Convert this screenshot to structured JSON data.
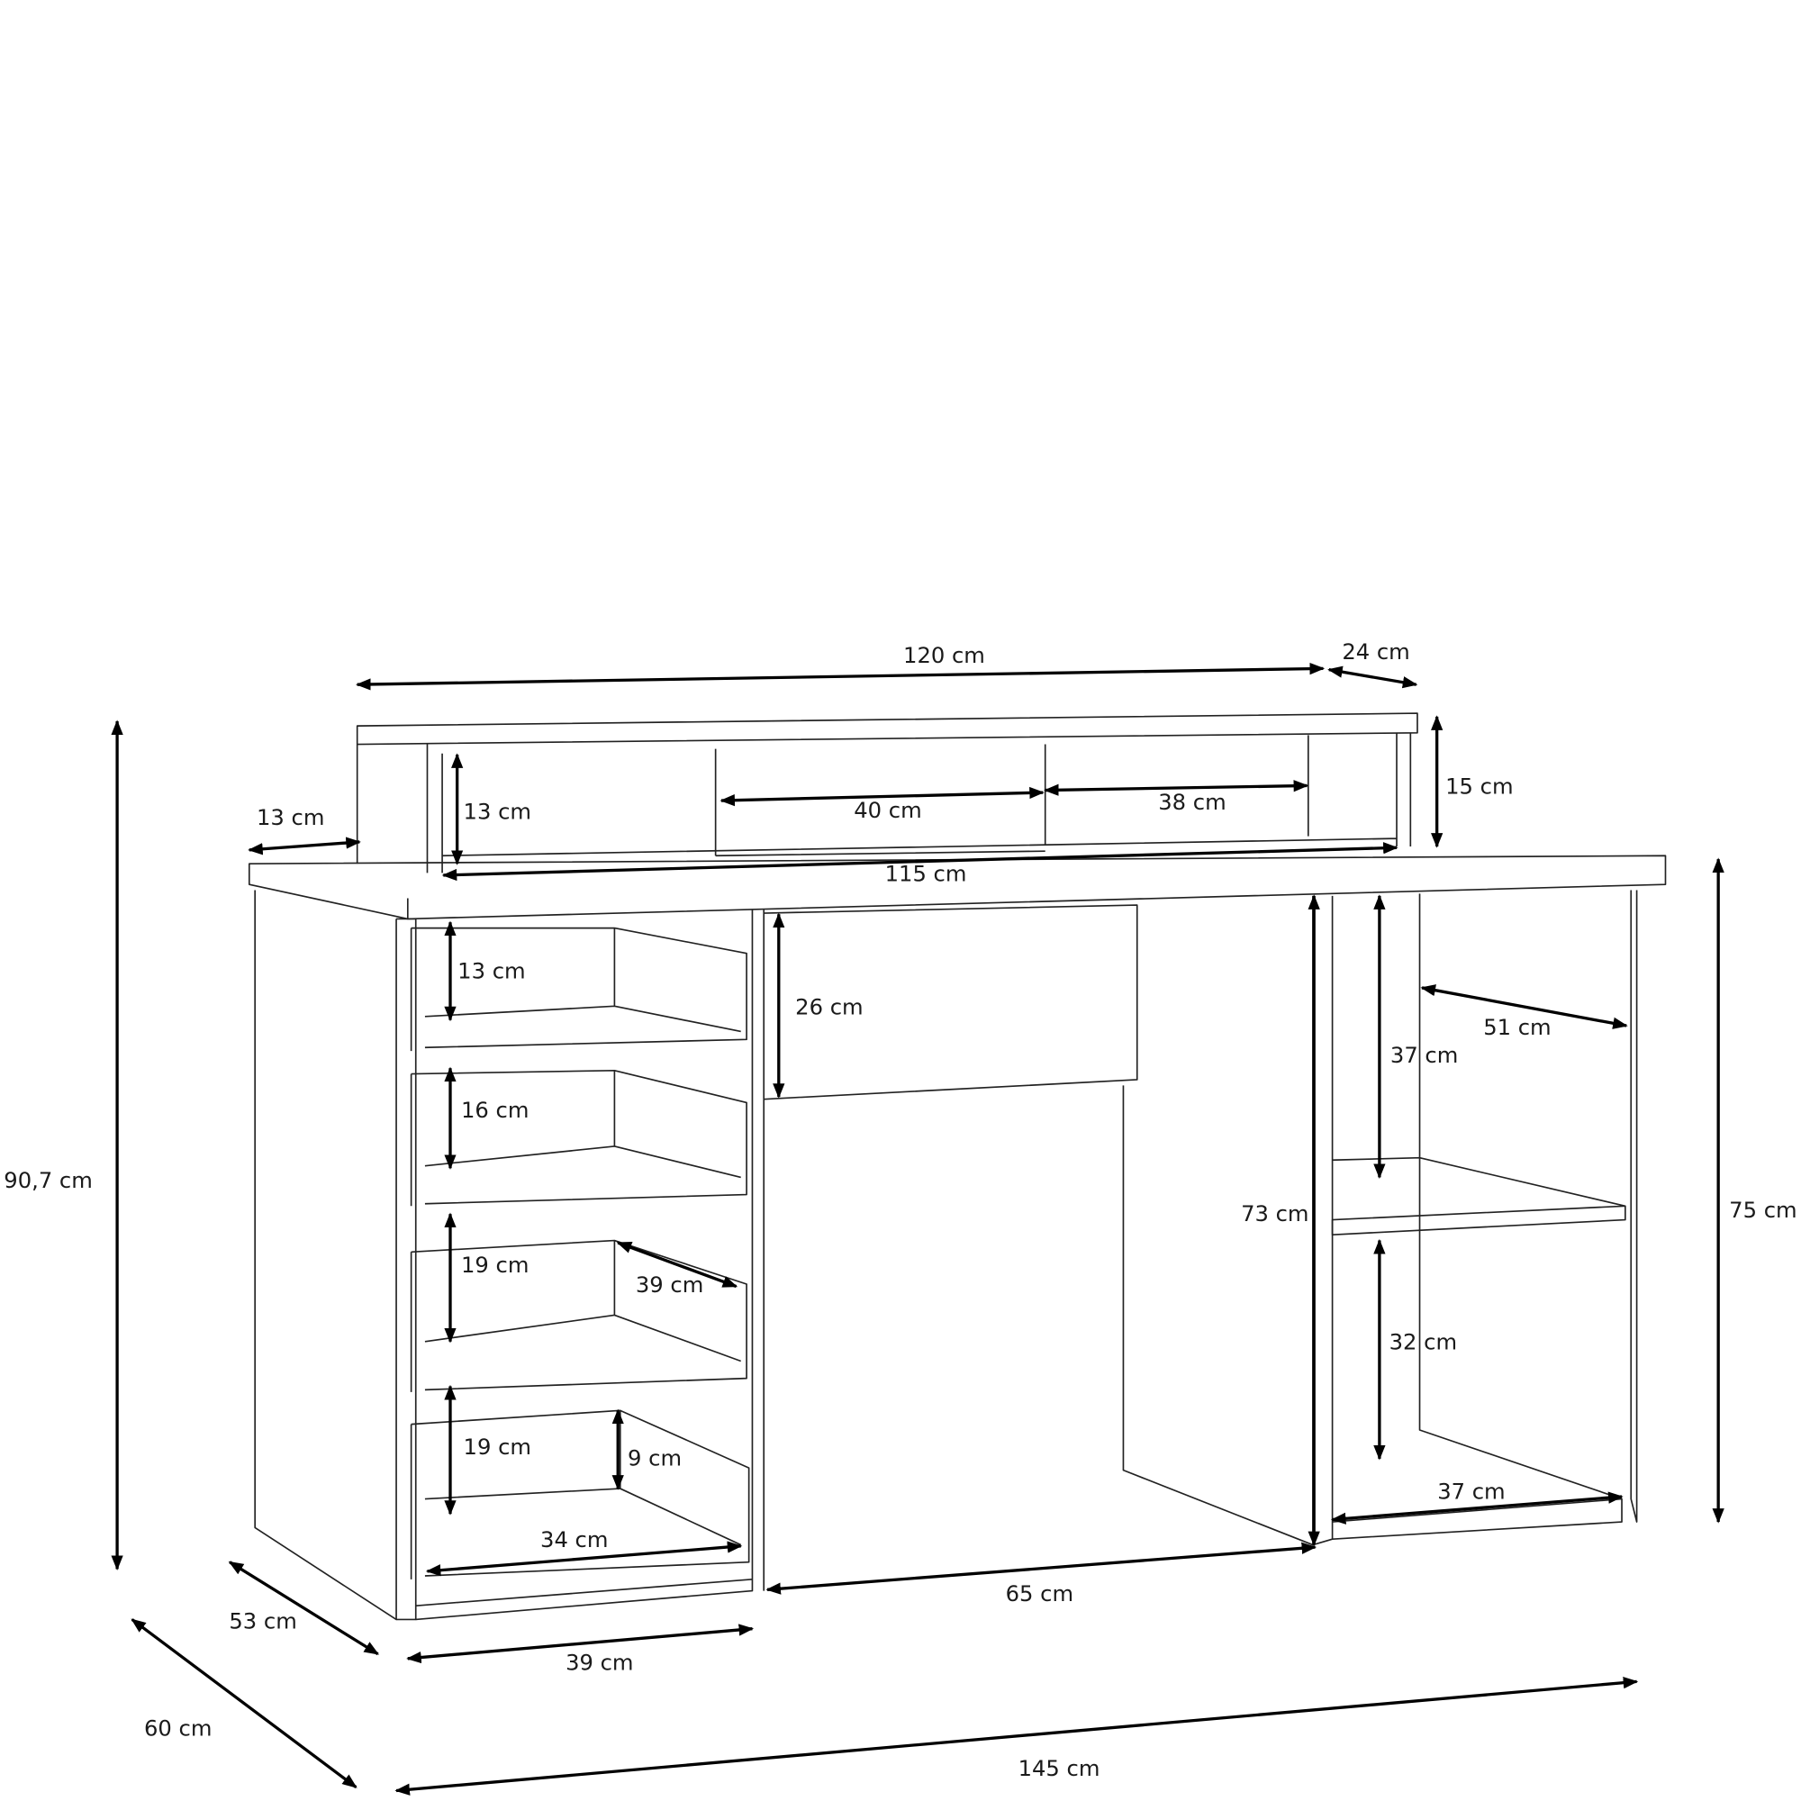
{
  "dimensions": {
    "hutch_width": "120 cm",
    "hutch_depth": "24 cm",
    "hutch_offset": "13 cm",
    "hutch_inner_height": "13 cm",
    "hutch_compartment_middle": "40 cm",
    "hutch_compartment_right": "38 cm",
    "hutch_height": "15 cm",
    "hutch_inner_width": "115 cm",
    "total_height": "90,7 cm",
    "drawer1_height": "13 cm",
    "center_drawer_height": "26 cm",
    "shelf_depth": "51 cm",
    "upper_shelf_height": "37 cm",
    "drawer2_height": "16 cm",
    "knee_height": "73 cm",
    "desk_height": "75 cm",
    "drawer3_height": "19 cm",
    "drawer_depth": "39 cm",
    "lower_shelf_height": "32 cm",
    "drawer4_height": "19 cm",
    "drawer_inner_height": "9 cm",
    "shelf_width": "37 cm",
    "drawer_inner_width": "34 cm",
    "knee_width": "65 cm",
    "pedestal_depth": "53 cm",
    "pedestal_width": "39 cm",
    "total_depth": "60 cm",
    "total_width": "145 cm"
  }
}
